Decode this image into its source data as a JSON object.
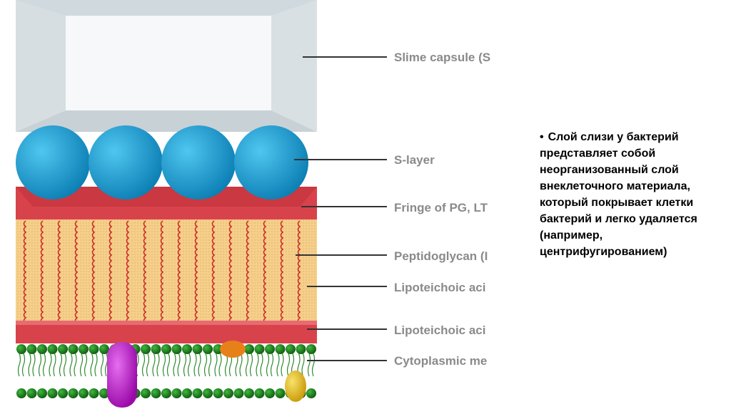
{
  "labels": [
    {
      "id": "slime-capsule",
      "text": "Slime capsule (S"
    },
    {
      "id": "s-layer",
      "text": "S-layer"
    },
    {
      "id": "fringe",
      "text": "Fringe of PG, LT"
    },
    {
      "id": "peptidoglycan",
      "text": "Peptidoglycan (I"
    },
    {
      "id": "lipoteichoic-1",
      "text": "Lipoteichoic aci"
    },
    {
      "id": "lipoteichoic-2",
      "text": "Lipoteichoic aci"
    },
    {
      "id": "cytoplasmic",
      "text": "Cytoplasmic me"
    }
  ],
  "bullet": {
    "symbol": "•",
    "text": "Слой слизи у бактерий представляет собой неорганизованный слой внеклеточного материала, который покрывает клетки бактерий и легко удаляется (например, центрифугированием)"
  },
  "colors": {
    "capsule": "#e9eef1",
    "capsule_edge": "#c9d3d8",
    "sphere": "#1aa3dc",
    "fringe": "#d8434b",
    "pg": "#f4d08a",
    "pg_wave": "#cc2a2a",
    "membrane_head": "#1f8a1f",
    "protein_purple": "#c21ad1",
    "protein_orange": "#e8801a",
    "protein_yellow": "#e8c21a"
  }
}
